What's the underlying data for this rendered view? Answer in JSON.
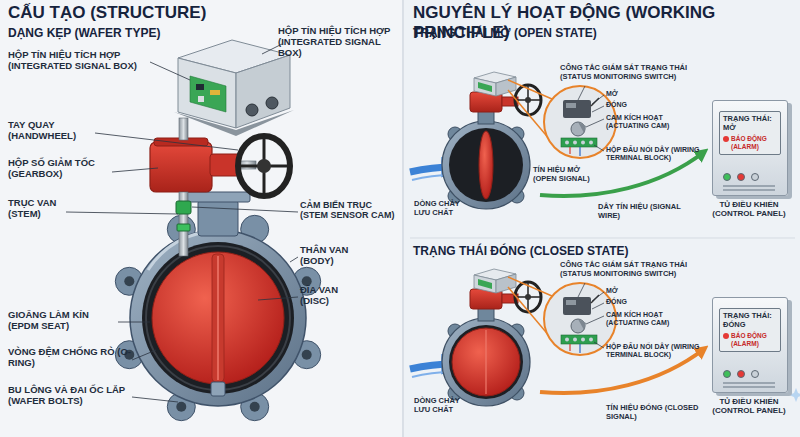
{
  "diagram": {
    "nodes": [
      {
        "text": [
          "TỦ ĐIỀU KHIỂN (CONTROL PANEL)"
        ]
      },
      {
        "text": [
          "TRẠNG THÁI: MỞ",
          "BÁO ĐỘNG (ALARM)"
        ],
        "in": 0
      },
      {
        "text": [
          "TỦ ĐIỀU KHIỂN (CONTROL PANEL)"
        ]
      },
      {
        "text": [
          "TRẠNG THÁI: ĐÓNG",
          "BÁO ĐỘNG (ALARM)"
        ],
        "in": 2
      }
    ],
    "labels": [
      "CẤU TẠO (STRUCTURE)",
      "DẠNG KẸP (WAFER TYPE)",
      "HỘP TÍN HIỆU TÍCH HỢP (INTEGRATED SIGNAL BOX)",
      "HỘP TÍN HIỆU TÍCH HỢP (INTEGRATED SIGNAL BOX)",
      "TAY QUAY (HANDWHEEL)",
      "HỘP SỐ GIẢM TỐC (GEARBOX)",
      "TRỤC VAN (STEM)",
      "CẢM BIẾN TRỤC (STEM SENSOR CAM)",
      "THÂN VAN (BODY)",
      "ĐĨA VAN (DISC)",
      "GIOĂNG LÀM KÍN (EPDM SEAT)",
      "VÒNG ĐỆM CHỐNG RÒ (O-RING)",
      "BU LÔNG VÀ ĐAI ỐC LẮP (WAFER BOLTS)",
      "NGUYÊN LÝ HOẠT ĐỘNG (WORKING PRINCIPLE)",
      "TRẠNG THÁI MỞ (OPEN STATE)",
      "CÔNG TẮC GIÁM SÁT TRẠNG THÁI (STATUS MONITORING SWITCH)",
      "MỞ",
      "ĐÓNG",
      "CAM KÍCH HOẠT (ACTUATING CAM)",
      "HỘP ĐẤU NỐI DÂY (WIRING TERMINAL BLOCK)",
      "DÒNG CHẢY LƯU CHẤT",
      "TÍN HIỆU MỞ (OPEN SIGNAL)",
      "DÂY TÍN HIỆU (SIGNAL WIRE)",
      "TRẠNG THÁI ĐÓNG (CLOSED STATE)",
      "CÔNG TẮC GIÁM SÁT TRẠNG THÁI (STATUS MONITORING SWITCH)",
      "MỞ",
      "ĐÓNG",
      "CAM KÍCH HOẠT (ACTUATING CAM)",
      "HỘP ĐẤU NỐI DÂY (WIRING TERMINAL BLOCK)",
      "DÒNG CHẢY LƯU CHẤT",
      "TÍN HIỆU ĐÓNG (CLOSED SIGNAL)"
    ]
  }
}
